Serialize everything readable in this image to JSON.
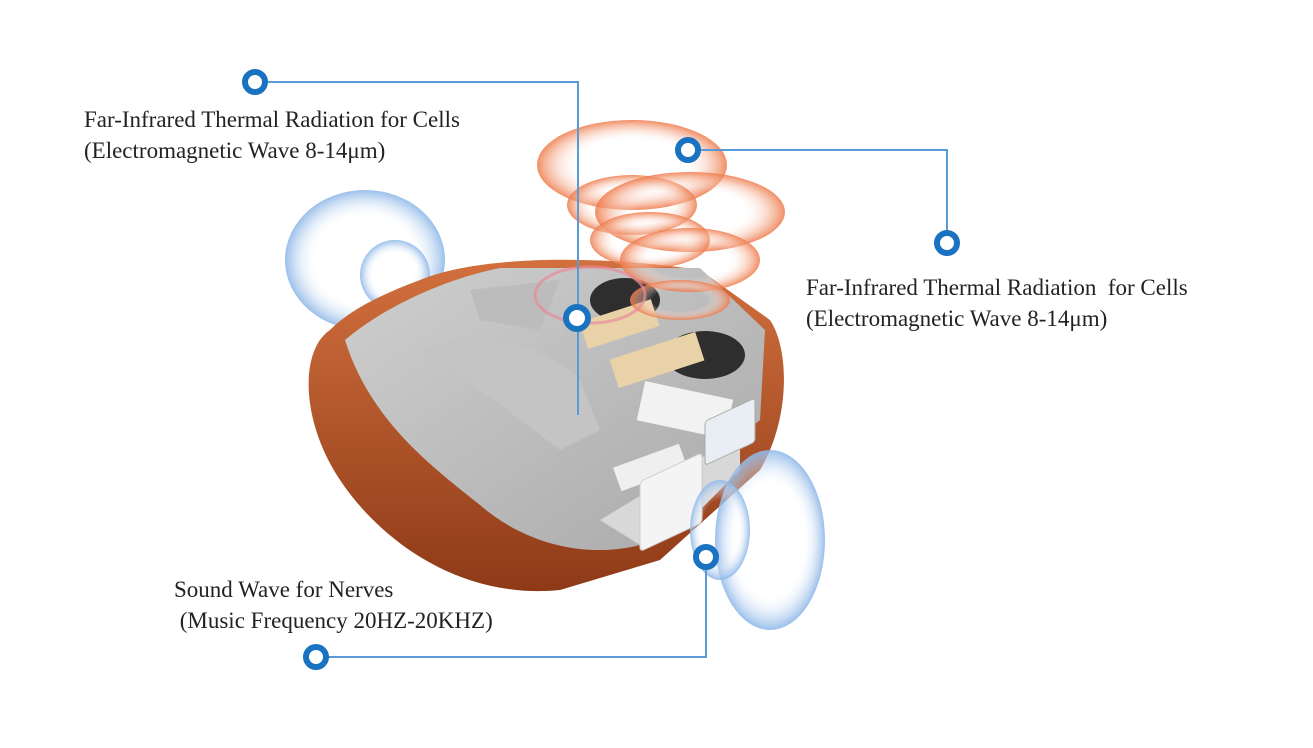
{
  "callouts": [
    {
      "title": "Far-Infrared Thermal Radiation for Cells",
      "subtitle": "(Electromagnetic Wave 8-14μm)"
    },
    {
      "title": "Far-Infrared Thermal Radiation  for Cells",
      "subtitle": "(Electromagnetic Wave 8-14μm)"
    },
    {
      "title": "Sound Wave for Nerves",
      "subtitle": " (Music Frequency 20HZ-20KHZ)"
    }
  ],
  "colors": {
    "marker": "#1a73c0",
    "line": "#5b9bd5",
    "leather": "#c0582a",
    "foam": "#b9b9b9",
    "heat_wave": "#f08050",
    "sound_wave": "#9cc3ec"
  }
}
